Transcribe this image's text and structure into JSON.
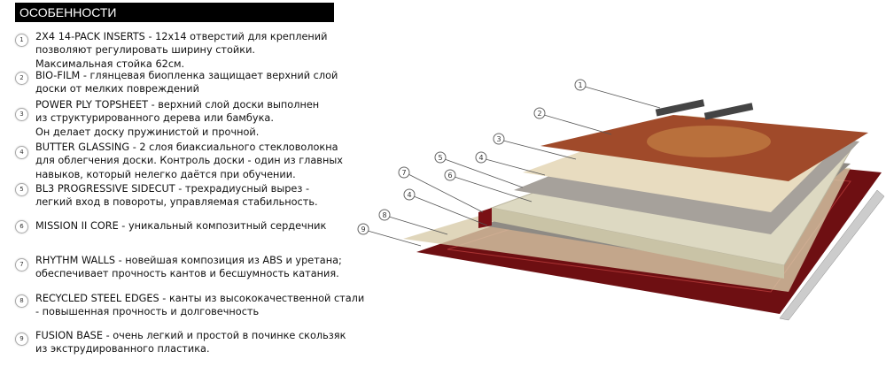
{
  "header": {
    "title": "ОСОБЕННОСТИ"
  },
  "features": [
    {
      "num": "1",
      "text": "2X4 14-PACK INSERTS - 12x14 отверстий для креплений\nпозволяют регулировать ширину стойки.\nМаксимальная стойка 62см."
    },
    {
      "num": "2",
      "text": "BIO-FILM - глянцевая биопленка защищает верхний слой\nдоски от мелких повреждений"
    },
    {
      "num": "3",
      "text": "POWER PLY TOPSHEET - верхний слой доски выполнен\nиз структурированного дерева или бамбука.\nОн делает доску пружинистой и прочной."
    },
    {
      "num": "4",
      "text": "BUTTER GLASSING - 2 слоя биаксиального стекловолокна\nдля облегчения доски. Контроль доски - один из главных\nнавыков, который нелегко даётся при обучении."
    },
    {
      "num": "5",
      "text": "BL3 PROGRESSIVE SIDECUT - трехрадиусный вырез -\nлегкий вход в повороты, управляемая стабильность."
    },
    {
      "num": "6",
      "text": "MISSION II CORE - уникальный композитный сердечник"
    },
    {
      "num": "7",
      "text": "RHYTHM WALLS - новейшая композиция из ABS и уретана;\nобеспечивает прочность кантов и бесшумность катания."
    },
    {
      "num": "8",
      "text": "RECYCLED STEEL EDGES - канты из высококачественной стали\n- повышенная прочность и долговечность"
    },
    {
      "num": "9",
      "text": "FUSION BASE - очень легкий и простой в починке скользяк\nиз экструдированного пластика."
    }
  ],
  "diagram_callouts": [
    "1",
    "2",
    "3",
    "4",
    "5",
    "6",
    "7",
    "4",
    "8",
    "9"
  ],
  "colors": {
    "base": "#6e0f12",
    "wood": "#e8dcc0",
    "fiber": "#9b9590",
    "core": "#ddd9c2"
  }
}
